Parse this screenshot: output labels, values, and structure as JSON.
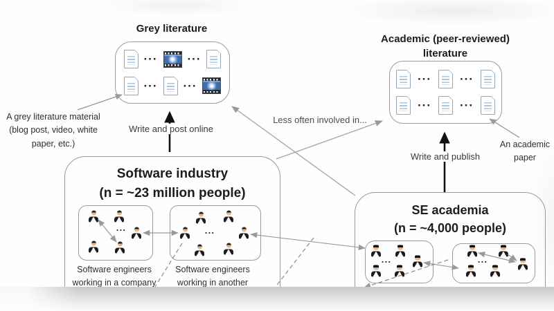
{
  "grey_literature": {
    "title": "Grey literature",
    "annotation": "A grey literature material (blog post, video, white paper, etc.)"
  },
  "academic_literature": {
    "title_line1": "Academic (peer-reviewed)",
    "title_line2": "literature",
    "annotation": "An academic paper"
  },
  "software_industry": {
    "title": "Software industry",
    "subtitle": "(n = ~23 million people)",
    "caption_company": "Software engineers working in a company",
    "caption_another": "Software engineers working in another"
  },
  "se_academia": {
    "title": "SE academia",
    "subtitle": "(n = ~4,000 people)"
  },
  "arrow_labels": {
    "write_post": "Write and post online",
    "write_publish": "Write and publish",
    "less_often": "Less often involved in..."
  },
  "glyphs": {
    "ellipsis": "···",
    "film_star": "✶"
  },
  "colors": {
    "film_blue": "#3f6eb0",
    "doc_line_blue": "#a9c6e2",
    "border_gray": "#9a9a9a",
    "arrow_gray": "#9a9a9a",
    "arrow_black": "#111111",
    "person_suit": "#1b1b20",
    "person_skin": "#e3b68a"
  }
}
